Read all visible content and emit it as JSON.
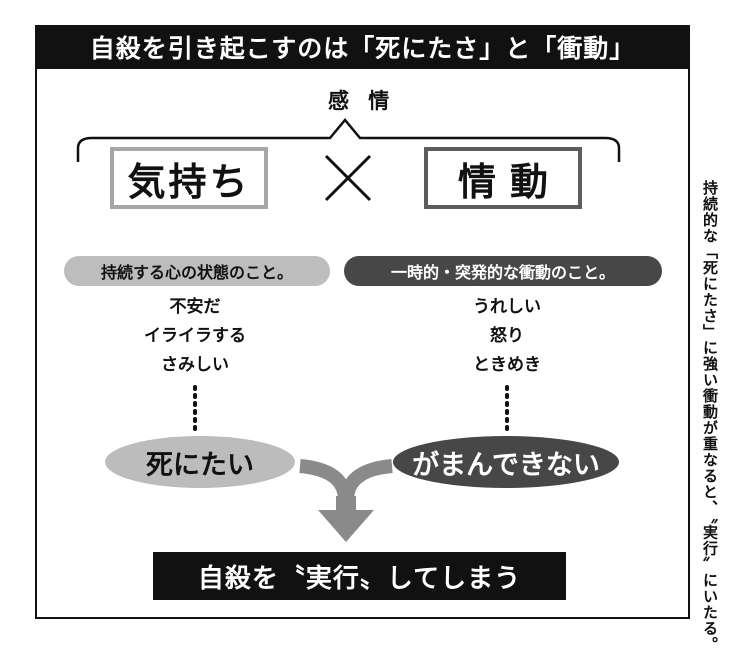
{
  "header": {
    "title": "自殺を引き起こすのは「死にたさ」と「衝動」"
  },
  "top_label": "感 情",
  "left": {
    "box_label": "気持ち",
    "pill_label": "持続する心の状態のこと。",
    "words": [
      "不安だ",
      "イライラする",
      "さみしい"
    ],
    "oval_label": "死にたい"
  },
  "right": {
    "box_label": "情動",
    "pill_label": "一時的・突発的な衝動のこと。",
    "words": [
      "うれしい",
      "怒り",
      "ときめき"
    ],
    "oval_label": "がまんできない"
  },
  "result": {
    "label": "自殺を〝実行〟してしまう"
  },
  "side_caption": "持続的な「死にたさ」に強い衝動が重なると、〝実行〟にいたる。",
  "colors": {
    "dark": "#111111",
    "mid_gray": "#474747",
    "light_gray": "#bdbdbd",
    "arrow_gray": "#8a8a8a"
  }
}
